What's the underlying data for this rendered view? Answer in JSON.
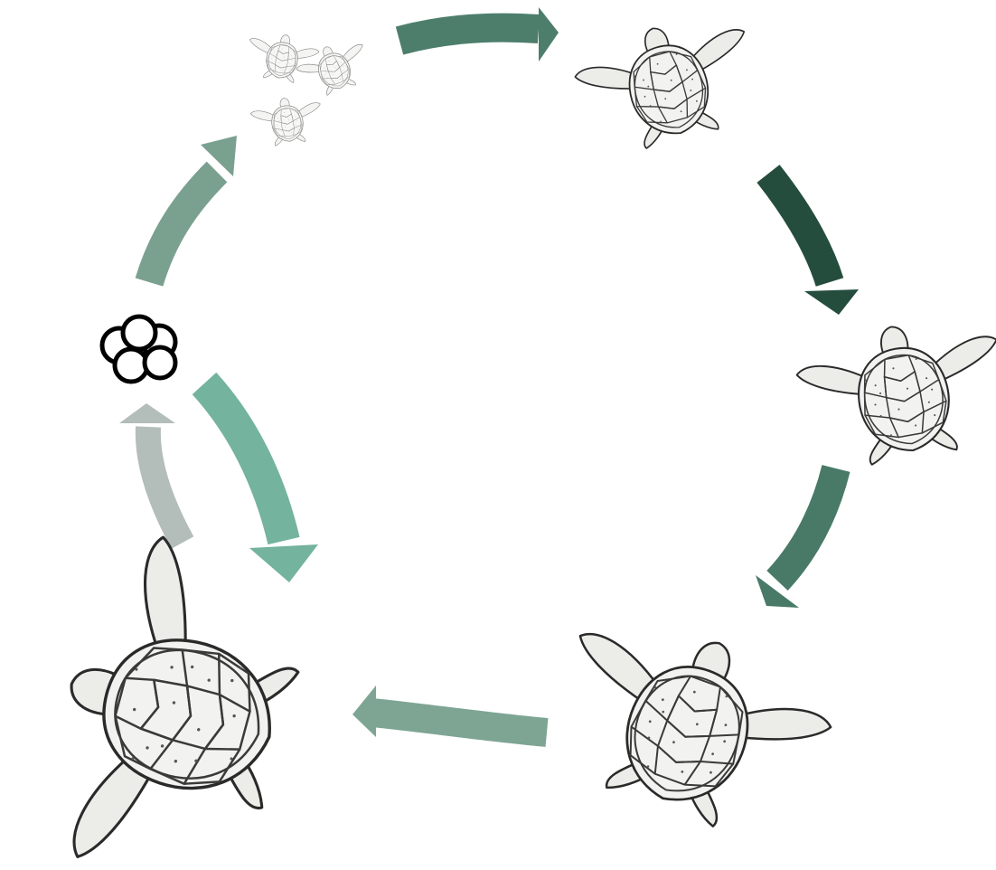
{
  "diagram": {
    "type": "life-cycle",
    "stages": [
      {
        "id": "eggs",
        "icon": "egg-cluster-icon",
        "count": 5
      },
      {
        "id": "hatchlings",
        "icon": "hatchling-turtles-icon",
        "count": 3
      },
      {
        "id": "juvenile-small",
        "icon": "small-juvenile-turtle-icon"
      },
      {
        "id": "juvenile",
        "icon": "juvenile-turtle-icon"
      },
      {
        "id": "subadult",
        "icon": "subadult-turtle-icon"
      },
      {
        "id": "adult",
        "icon": "adult-turtle-icon"
      }
    ],
    "arrows": [
      {
        "from": "eggs",
        "to": "hatchlings",
        "color": "#7aa090"
      },
      {
        "from": "hatchlings",
        "to": "juvenile-small",
        "color": "#4d7e6c"
      },
      {
        "from": "juvenile-small",
        "to": "juvenile",
        "color": "#244d3e"
      },
      {
        "from": "juvenile",
        "to": "subadult",
        "color": "#487a67"
      },
      {
        "from": "subadult",
        "to": "adult",
        "color": "#7ea594"
      },
      {
        "from": "adult",
        "to": "eggs",
        "color": "#b3bdb9"
      },
      {
        "from": "eggs",
        "to": "adult",
        "color": "#74b39e"
      }
    ]
  }
}
